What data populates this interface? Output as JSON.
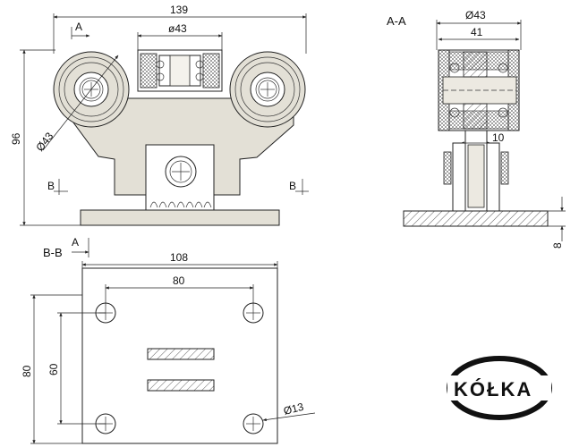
{
  "views": {
    "front": {
      "label_a": "A",
      "label_b_left": "B",
      "label_b_right": "B",
      "dim_width": "139",
      "dim_bearing_dia": "ø43",
      "dim_height": "96",
      "dim_wheel_dia": "Ø43"
    },
    "section_aa": {
      "title": "A-A",
      "dim_outer_dia": "Ø43",
      "dim_width": "41",
      "dim_axle": "10",
      "dim_plate": "8"
    },
    "section_bb": {
      "title": "B-B",
      "label_a": "A",
      "dim_plate_width": "108",
      "dim_hole_spacing_x": "80",
      "dim_plate_height": "80",
      "dim_hole_spacing_y": "60",
      "dim_hole_dia": "Ø13"
    }
  },
  "logo": {
    "text": "KÓŁKA"
  },
  "colors": {
    "line": "#222222",
    "part_fill": "#e3e0d6",
    "background": "#ffffff"
  }
}
